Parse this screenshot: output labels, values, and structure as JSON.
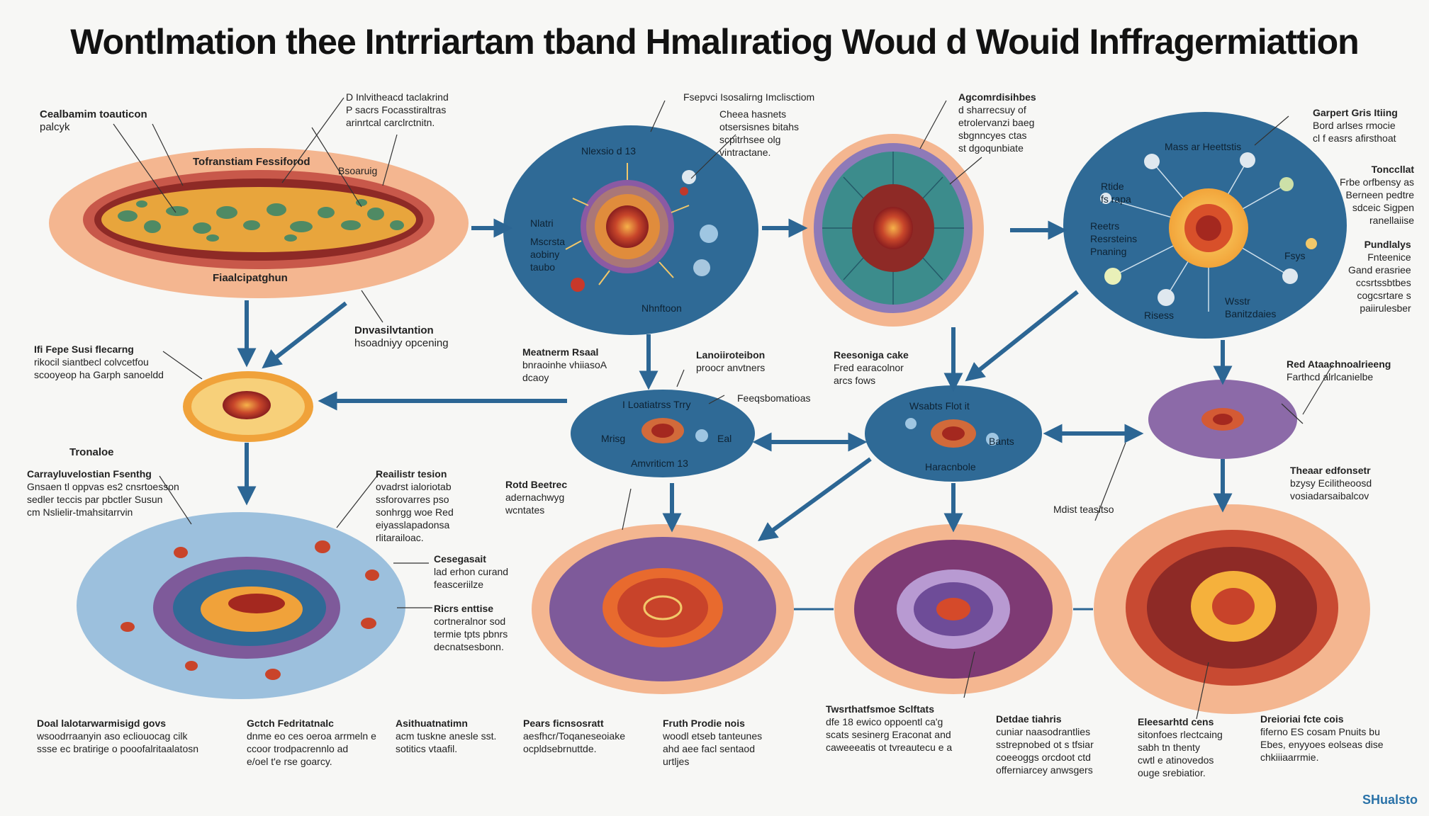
{
  "title": "Wontlmation thee Intrriartam tband Hmalıratiog Woud d Wouid Inffragermiattion",
  "watermark": "SHualsto",
  "colors": {
    "arrow": "#2c6694",
    "peach": "#f3b48d",
    "blue": "#2f6a96",
    "purple": "#7e5a9a",
    "red": "#a3332a",
    "orange": "#f0a23a",
    "lightblue": "#9cc0dd"
  },
  "labels": {
    "l01": [
      "Cealbamim toauticon",
      "palcyk"
    ],
    "l02": [
      "Tofranstiam Fessiforod"
    ],
    "l03": [
      "Bsoaruig"
    ],
    "l04": [
      "Fiaalcipatghun"
    ],
    "l05": [
      "D  Inlvitheacd taclakrind",
      "P sacrs Focasstiraltras",
      "arinrtcal carclrctnitn."
    ],
    "l06": [
      "Dnvasilvtantion",
      "hsoadniyy opcening"
    ],
    "l07": [
      "Fsepvci Isosalirng Imclisctiom"
    ],
    "l08": [
      "Cheea hasnets",
      "otsersisnes bitahs",
      "scpitrhsee olg",
      "vintractane."
    ],
    "l09": [
      "Nlexsio  d 13"
    ],
    "l10": [
      "Nlatri"
    ],
    "l11": [
      "Mscrsta",
      "aobiny",
      "taubo"
    ],
    "l12": [
      "Nhnftoon"
    ],
    "l13": [
      "Agcomrdisihbes",
      "d sharrecsuy of",
      "etrolervanzi baeg",
      "sbgnncyes ctas",
      "st dgoqunbiate"
    ],
    "l14": [
      "Garpert Gris Itiing",
      "Bord arlses rmocie",
      "cl f easrs afirsthoat"
    ],
    "l15": [
      "Mass ar Heettstis"
    ],
    "l16": [
      "Rtide",
      "fs rapa"
    ],
    "l17": [
      "Reetrs",
      "Resrsteins",
      "Pnaning"
    ],
    "l18": [
      "Tonccllat",
      "Frbe orfbensy as",
      "Berneen pedtre",
      "sdceic Sigpen",
      "ranellaiise"
    ],
    "l19": [
      "Pundlalys",
      "Fnteenice",
      "Gand erasriee",
      "ccsrtssbtbes",
      "cogcsrtare s",
      "paiirulesber"
    ],
    "l20": [
      "Wsstr",
      "Banitzdaies"
    ],
    "l21": [
      "Risess"
    ],
    "l22": [
      "Fsys"
    ],
    "l23": [
      "Ifi Fepe Susi flecarng",
      "rikocil siantbecl colvcetfou",
      "scooyeop ha Garph sanoeldd"
    ],
    "l24": [
      "Tronaloe"
    ],
    "l25": [
      "Carrayluvelostian Fsenthg",
      "Gnsaen tl oppvas es2 cnsrtoesson",
      "sedler teccis par pbctler Susun",
      "cm Nslielir-tmahsitarrvin"
    ],
    "l26": [
      "Meatnerm Rsaal",
      "bnraoinhe vhiiasoA",
      "dcaoy"
    ],
    "l27": [
      "Lanoiiroteibon",
      "proocr anvtners"
    ],
    "l28": [
      "I  Loatiatrss Trry"
    ],
    "l29": [
      "Mrisg",
      "Eal"
    ],
    "l30": [
      "Amvriticm 13"
    ],
    "l31": [
      "Reesoniga cake",
      "Fred earacolnor",
      "arcs fows"
    ],
    "l32": [
      "Feeqsbomatioas"
    ],
    "l33": [
      "Wsabts Flot it"
    ],
    "l34": [
      "Bants"
    ],
    "l35": [
      "Haracnbole"
    ],
    "l36": [
      "Red Ataachnoalrieeng",
      "Farthcd alrlcanielbe"
    ],
    "l37": [
      "Reailistr tesion",
      "ovadrst ialoriotab",
      "ssforovarres pso",
      "sonhrgg woe Red",
      "eiyasslapadonsa",
      "rlitarailoac."
    ],
    "l38": [
      "Cesegasait",
      "lad erhon curand",
      "feasceriilze"
    ],
    "l39": [
      "Ricrs enttise",
      "cortneralnor sod",
      "termie tpts pbnrs",
      "decnatsesbonn."
    ],
    "l40": [
      "Rotd Beetrec",
      "adernachwyg",
      "wcntates"
    ],
    "l41": [
      "Mdist teasitso"
    ],
    "l42": [
      "Theaar edfonsetr",
      "bzysy Ecilitheoosd",
      "vosiadarsaibalcov"
    ],
    "l43": [
      "Doal lalotarwarmisigd govs",
      "wsoodrraanyin aso ecliouocag cilk",
      "ssse ec bratirige o pooofalritaalatosn"
    ],
    "l44": [
      "Gctch Fedritatnalc",
      "dnme eo ces oeroa arrmeln e",
      "ccoor trodpacrennlo ad",
      "e/oel t'e rse goarcy."
    ],
    "l45": [
      "Asithuatnatimn",
      "acm tuskne anesle sst.",
      "sotitics vtaafil."
    ],
    "l46": [
      "Pears ficnsosratt",
      "aesfhcr/Toqaneseoiake",
      "ocpldsebrnuttde."
    ],
    "l47": [
      "Fruth Prodie nois",
      "woodl etseb tanteunes",
      "ahd aee facl sentaod",
      "urtljes"
    ],
    "l48": [
      "Twsrthatfsmoe Sclftats",
      "dfe 18 ewico oppoentl ca'g",
      "scats sesinerg Eraconat and",
      "caweeeatis ot tvreautecu e a"
    ],
    "l49": [
      "Detdae tiahris",
      "cuniar naasodrantlies",
      "sstrepnobed ot s tfsiar",
      "coeeoggs orcdoot ctd",
      "offerniarcey anwsgers"
    ],
    "l50": [
      "Eleesarhtd cens",
      "sitonfoes rlectcaing",
      "sabh tn thenty",
      "cwtl e atinovedos",
      "ouge srebiatior."
    ],
    "l51": [
      "Dreioriai fcte cois",
      "fiferno ES cosam Pnuits bu",
      "Ebes, enyyoes eolseas dise",
      "chkiiiaarrmie."
    ]
  }
}
